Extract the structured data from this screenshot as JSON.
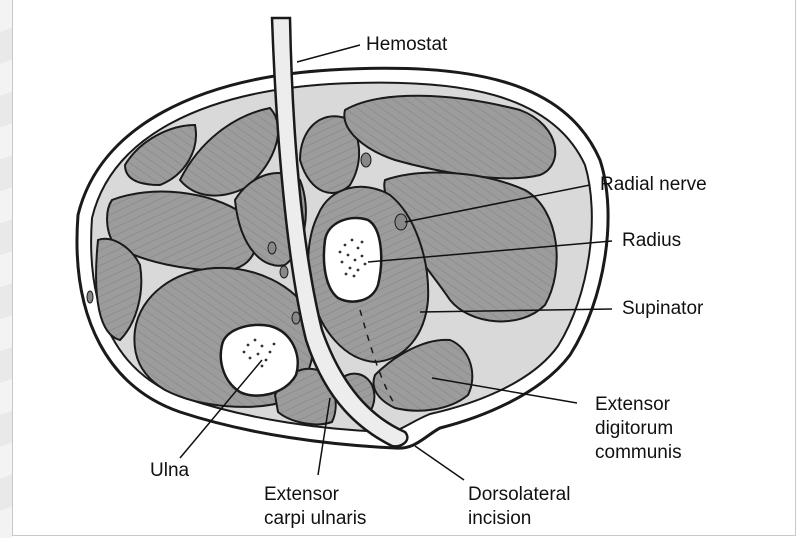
{
  "labels": {
    "hemostat": "Hemostat",
    "radial_nerve": "Radial nerve",
    "radius": "Radius",
    "supinator": "Supinator",
    "extensor_digitorum_communis": [
      "Extensor",
      "digitorum",
      "communis"
    ],
    "ulna": "Ulna",
    "extensor_carpi_ulnaris": [
      "Extensor",
      "carpi ulnaris"
    ],
    "dorsolateral_incision": [
      "Dorsolateral",
      "incision"
    ]
  },
  "colors": {
    "muscle": "#9c9c9c",
    "fascia": "#d9d9d9",
    "bone": "#ffffff",
    "outline": "#1a1a1a",
    "hemostat": "#ededed"
  }
}
